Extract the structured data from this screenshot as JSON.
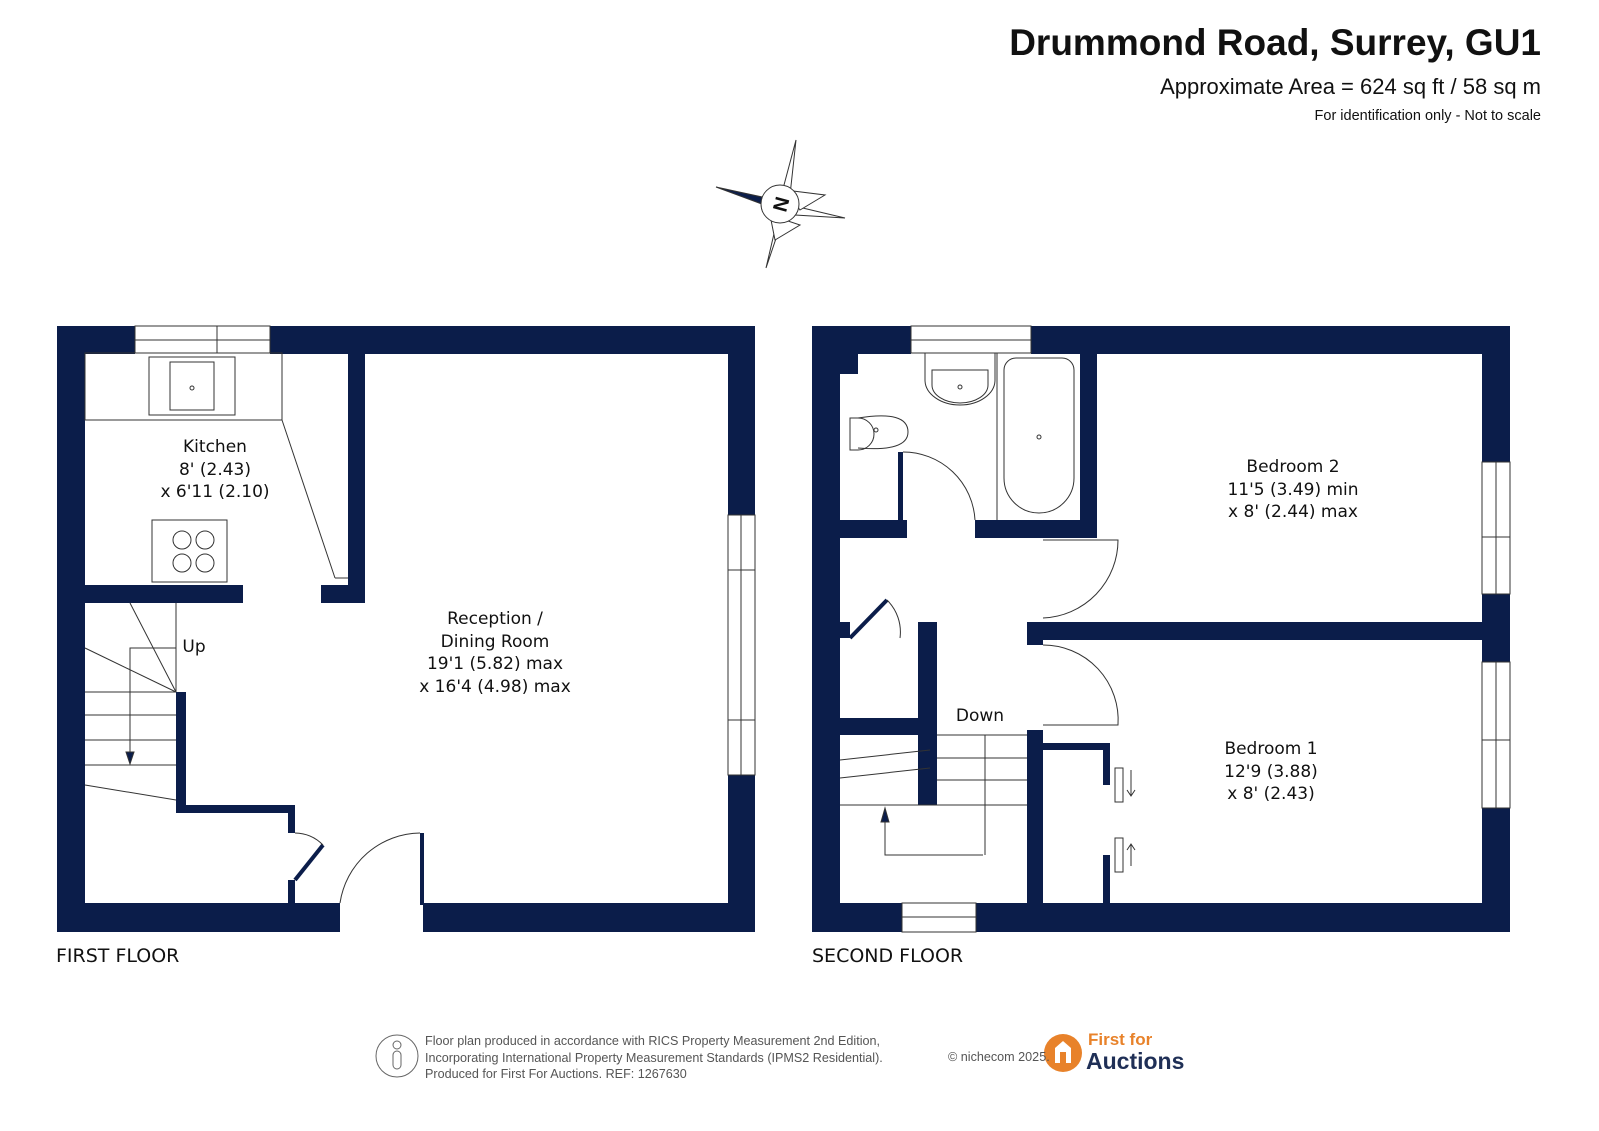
{
  "header": {
    "title": "Drummond Road, Surrey, GU1",
    "area": "Approximate Area = 624 sq ft / 58 sq m",
    "note": "For identification only - Not to scale"
  },
  "compass": {
    "label": "N"
  },
  "first_floor": {
    "label": "FIRST FLOOR",
    "kitchen": {
      "name": "Kitchen",
      "dim1": "8' (2.43)",
      "dim2": "x 6'11 (2.10)"
    },
    "reception": {
      "name1": "Reception /",
      "name2": "Dining Room",
      "dim1": "19'1 (5.82) max",
      "dim2": "x 16'4 (4.98) max"
    },
    "stairs_label": "Up"
  },
  "second_floor": {
    "label": "SECOND FLOOR",
    "bedroom2": {
      "name": "Bedroom 2",
      "dim1": "11'5 (3.49) min",
      "dim2": "x 8' (2.44) max"
    },
    "bedroom1": {
      "name": "Bedroom 1",
      "dim1": "12'9 (3.88)",
      "dim2": "x 8' (2.43)"
    },
    "stairs_label": "Down"
  },
  "footer": {
    "line1": "Floor plan produced in accordance with RICS Property Measurement 2nd Edition,",
    "line2": "Incorporating International Property Measurement Standards (IPMS2 Residential).",
    "line3": "Produced for First For Auctions.   REF:  1267630",
    "copyright": "© nichecom 2025.",
    "brand_top": "First for",
    "brand_bottom": "Auctions"
  },
  "colors": {
    "wall": "#0b1d4a",
    "brand_orange": "#e8822a",
    "brand_navy": "#1f2f56"
  }
}
